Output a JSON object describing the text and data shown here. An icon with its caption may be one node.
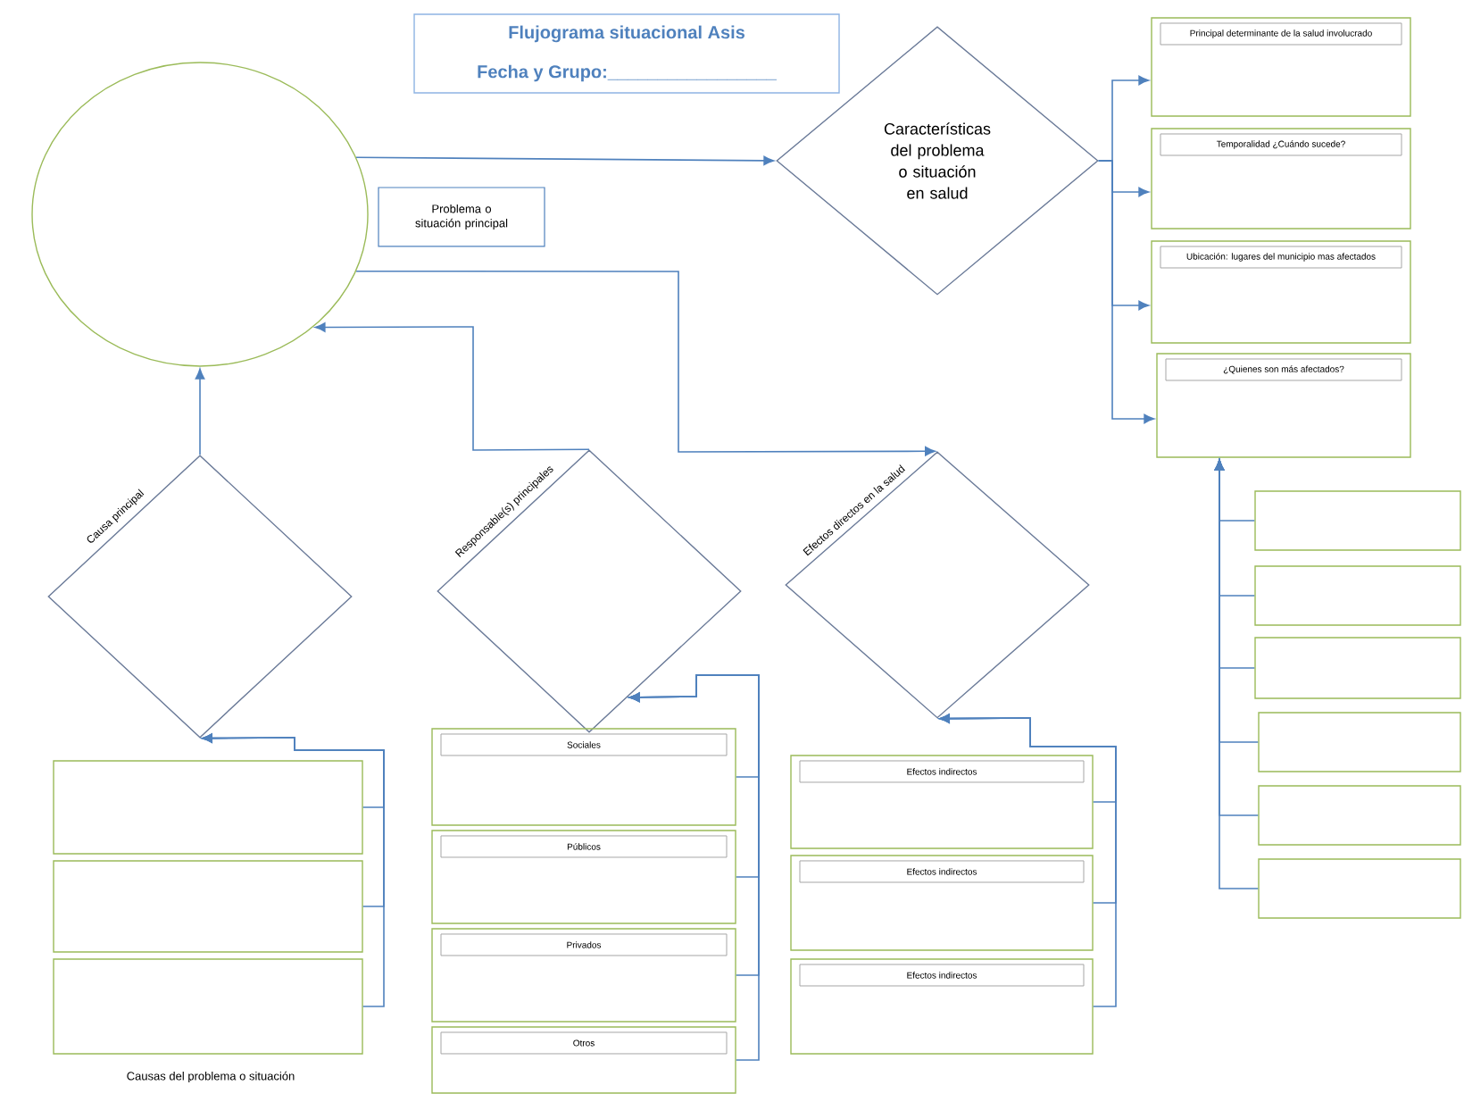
{
  "diagram": {
    "nodes": [
      {
        "text": [
          "Flujograma situacional Asis",
          "Fecha y Grupo:_________________"
        ]
      },
      {
        "text": [],
        "shape": "ellipse"
      },
      {
        "text": [
          "Problema o situación principal"
        ]
      },
      {
        "text": [
          "Características del problema o situación en salud"
        ]
      },
      {
        "text": [
          "Principal determinante de la salud involucrado"
        ]
      },
      {
        "text": [
          "Temporalidad ¿Cuándo sucede?"
        ]
      },
      {
        "text": [
          "Ubicación: lugares del municipio mas afectados"
        ]
      },
      {
        "text": [
          "¿Quienes son más afectados?"
        ]
      },
      {
        "text": [],
        "shape": "box"
      },
      {
        "text": [],
        "shape": "box"
      },
      {
        "text": [],
        "shape": "box"
      },
      {
        "text": [],
        "shape": "box"
      },
      {
        "text": [],
        "shape": "box"
      },
      {
        "text": [],
        "shape": "box"
      },
      {
        "text": [],
        "shape": "diamond",
        "beside": [
          "Causa principal"
        ]
      },
      {
        "text": [],
        "shape": "diamond",
        "beside": [
          "Responsable(s) principales"
        ]
      },
      {
        "text": [],
        "shape": "diamond",
        "beside": [
          "Efectos directos en la salud"
        ]
      },
      {
        "text": [],
        "shape": "box"
      },
      {
        "text": [],
        "shape": "box"
      },
      {
        "text": [],
        "shape": "box"
      },
      {
        "text": [
          "Sociales"
        ]
      },
      {
        "text": [
          "Públicos"
        ]
      },
      {
        "text": [
          "Privados"
        ]
      },
      {
        "text": [
          "Otros"
        ]
      },
      {
        "text": [
          "Efectos indirectos"
        ]
      },
      {
        "text": [
          "Efectos indirectos"
        ]
      },
      {
        "text": [
          "Efectos indirectos"
        ]
      }
    ],
    "edges": [
      {
        "from": 1,
        "to": 3,
        "arrow": "to"
      },
      {
        "from": 1,
        "to": 16,
        "arrow": "to"
      },
      {
        "from": 15,
        "to": 1,
        "arrow": "to"
      },
      {
        "from": 14,
        "to": 1,
        "arrow": "to"
      },
      {
        "from": 3,
        "to": 4,
        "arrow": "to"
      },
      {
        "from": 3,
        "to": 5,
        "arrow": "to"
      },
      {
        "from": 3,
        "to": 6,
        "arrow": "to"
      },
      {
        "from": 3,
        "to": 7,
        "arrow": "to"
      },
      {
        "from": 8,
        "to": 7,
        "arrow": "to"
      },
      {
        "from": 9,
        "to": 7,
        "arrow": "to"
      },
      {
        "from": 10,
        "to": 7,
        "arrow": "to"
      },
      {
        "from": 11,
        "to": 7,
        "arrow": "to"
      },
      {
        "from": 12,
        "to": 7,
        "arrow": "to"
      },
      {
        "from": 13,
        "to": 7,
        "arrow": "to"
      },
      {
        "from": 17,
        "to": 14,
        "arrow": "to"
      },
      {
        "from": 18,
        "to": 14,
        "arrow": "to"
      },
      {
        "from": 19,
        "to": 14,
        "arrow": "to"
      },
      {
        "from": 20,
        "to": 15,
        "arrow": "to"
      },
      {
        "from": 21,
        "to": 15,
        "arrow": "to"
      },
      {
        "from": 22,
        "to": 15,
        "arrow": "to"
      },
      {
        "from": 23,
        "to": 15,
        "arrow": "to"
      },
      {
        "from": 24,
        "to": 16,
        "arrow": "to"
      },
      {
        "from": 25,
        "to": 16,
        "arrow": "to"
      },
      {
        "from": 26,
        "to": 16,
        "arrow": "to"
      }
    ],
    "labels": [
      "Causas del problema o situación"
    ]
  }
}
